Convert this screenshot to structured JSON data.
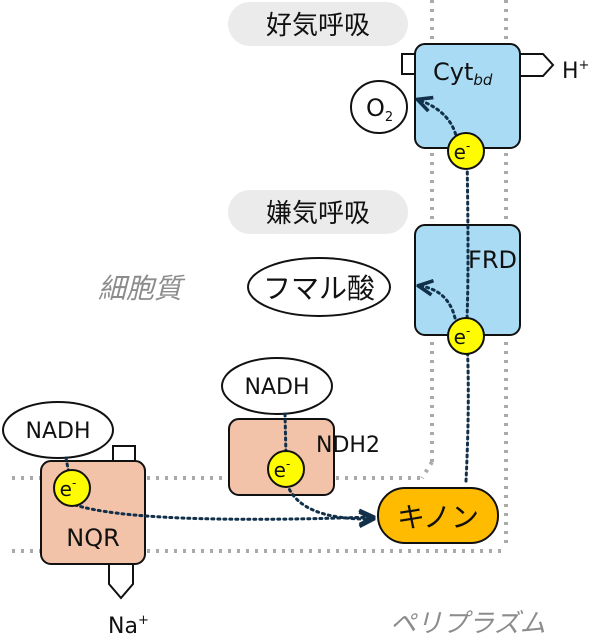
{
  "section_labels": {
    "aerobic": "好気呼吸",
    "anaerobic": "嫌気呼吸"
  },
  "region_labels": {
    "cytoplasm": "細胞質",
    "periplasm": "ペリプラズム"
  },
  "complexes": {
    "cyt_bd": {
      "name": "Cyt",
      "subscript": "bd"
    },
    "frd": {
      "name": "FRD"
    },
    "ndh2": {
      "name": "NDH2"
    },
    "nqr": {
      "name": "NQR"
    }
  },
  "molecules": {
    "o2": {
      "name": "O",
      "subscript": "2"
    },
    "fumarate": "フマル酸",
    "nadh_ndh2": "NADH",
    "nadh_nqr": "NADH",
    "quinone": "キノン"
  },
  "ions": {
    "h_plus": {
      "name": "H",
      "superscript": "+"
    },
    "na_plus": {
      "name": "Na",
      "superscript": "+"
    }
  },
  "electron_labels": {
    "symbol": "e",
    "charge": "-"
  },
  "colors": {
    "blue_complex": "#a9dcf4",
    "salmon_complex": "#f2c3a9",
    "electron": "#fffc00",
    "quinone": "#ffbb00",
    "pill_bg": "#ebebeb",
    "membrane_dots": "#aaaaaa",
    "arrow": "#12304a"
  }
}
